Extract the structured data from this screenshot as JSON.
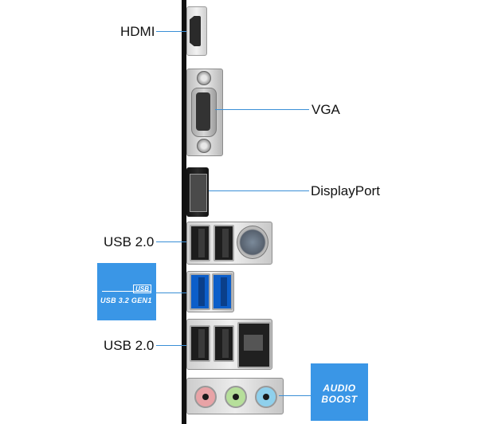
{
  "labels": {
    "hdmi": "HDMI",
    "vga": "VGA",
    "displayport": "DisplayPort",
    "usb2_top": "USB 2.0",
    "usb2_bottom": "USB 2.0"
  },
  "badges": {
    "usb": {
      "line1": "USB",
      "line2": "USB 3.2 GEN1"
    },
    "audio": {
      "line1": "AUDIO",
      "line2": "BOOST"
    }
  },
  "colors": {
    "leader": "#3a8fd6",
    "badge": "#3a96e6",
    "usb3_port": "#0c5ec9",
    "jack_pink": "#e8a3a6",
    "jack_green": "#b6df9a",
    "jack_blue": "#8fd0ec"
  }
}
